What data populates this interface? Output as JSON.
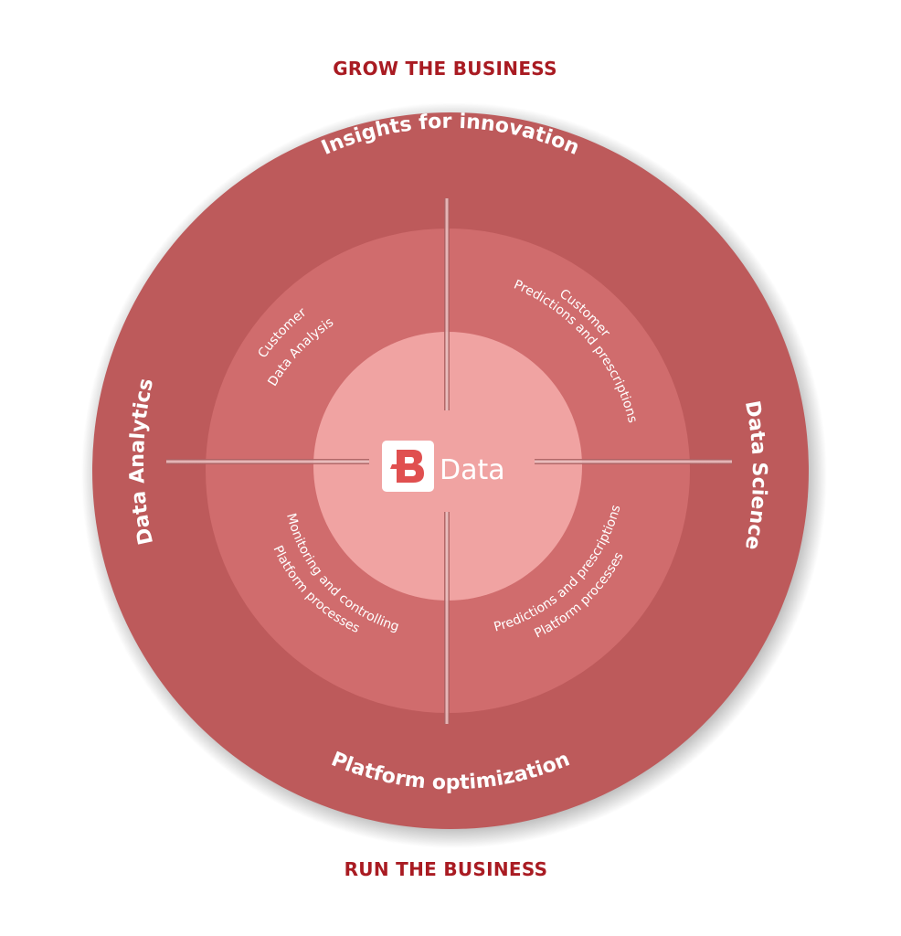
{
  "headings": {
    "top": "GROW THE BUSINESS",
    "bottom": "RUN THE BUSINESS"
  },
  "outer_ring": {
    "top": "Insights for innovation",
    "bottom": "Platform optimization",
    "left": "Data Analytics",
    "right": "Data Science"
  },
  "quadrants": {
    "top_left": {
      "line1": "Customer",
      "line2": "Data Analysis"
    },
    "top_right": {
      "line1": "Customer",
      "line2": "Predictions and prescriptions"
    },
    "bottom_left": {
      "line1": "Monitoring and controlling",
      "line2": "Platform processes"
    },
    "bottom_right": {
      "line1": "Predictions and prescriptions",
      "line2": "Platform processes"
    }
  },
  "logo": {
    "icon": "b-logo-icon",
    "text": "Data"
  },
  "colors": {
    "heading": "#a91b22",
    "outer_ring": "#bd5a5b",
    "middle_ring": "#d06c6d",
    "center_disc": "#f0a3a2",
    "text_light": "#ffffff",
    "logo_icon": "#e05050"
  }
}
